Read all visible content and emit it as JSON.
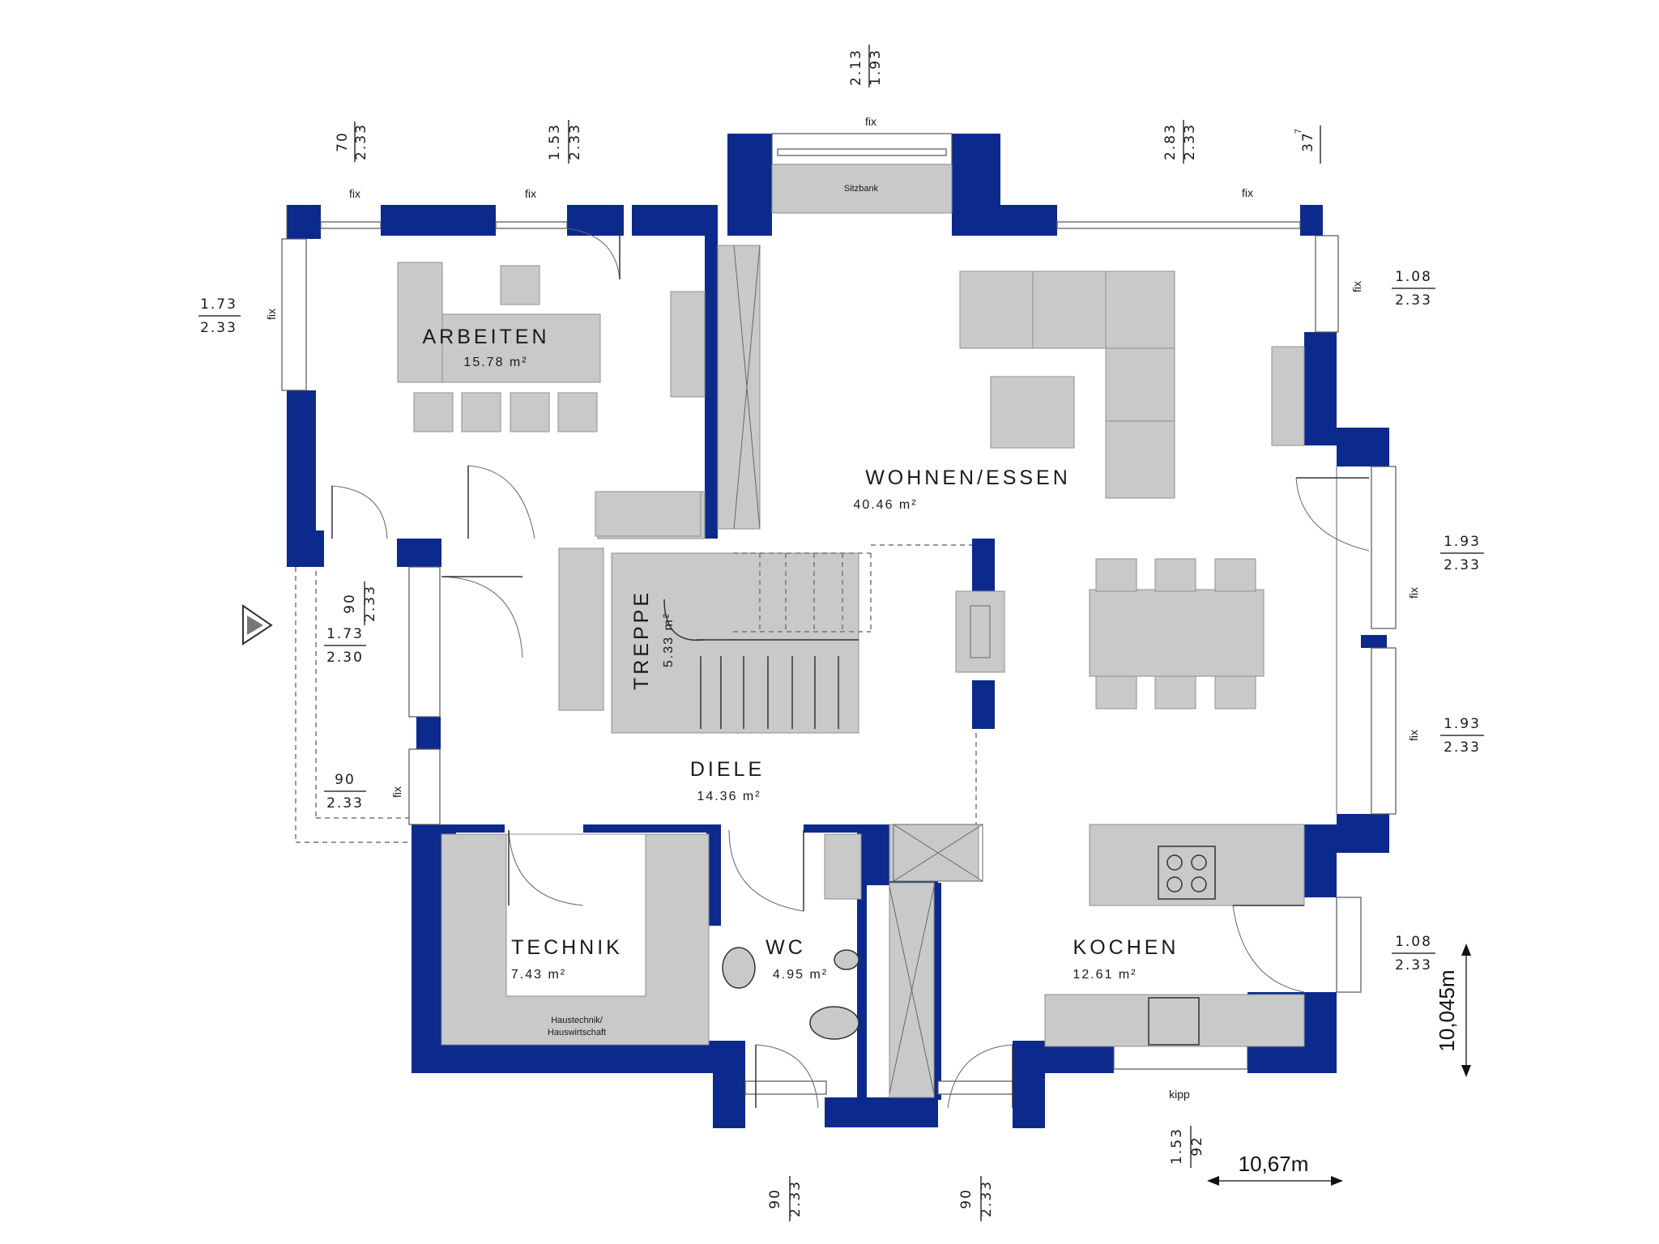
{
  "rooms": {
    "arbeiten": {
      "name": "ARBEITEN",
      "area": "15.78 m²"
    },
    "wohnen": {
      "name": "WOHNEN/ESSEN",
      "area": "40.46 m²"
    },
    "treppe": {
      "name": "TREPPE",
      "area": "5.33 m²"
    },
    "diele": {
      "name": "DIELE",
      "area": "14.36 m²"
    },
    "technik": {
      "name": "TECHNIK",
      "area": "7.43 m²"
    },
    "wc": {
      "name": "WC",
      "area": "4.95 m²"
    },
    "kochen": {
      "name": "KOCHEN",
      "area": "12.61 m²"
    }
  },
  "labels": {
    "fix": "fix",
    "kipp": "kipp",
    "sitzbank": "Sitzbank",
    "haustechnik_1": "Haustechnik/",
    "haustechnik_2": "Hauswirtschaft"
  },
  "dimensions": {
    "top_1": {
      "a": "70",
      "b": "2.33"
    },
    "top_2": {
      "a": "1.53",
      "b": "2.33"
    },
    "top_3": {
      "a": "2.13",
      "b": "1.93"
    },
    "top_4": {
      "a": "2.83",
      "b": "2.33"
    },
    "top_5": {
      "a": "37",
      "sup": "7"
    },
    "left_1": {
      "a": "1.73",
      "b": "2.33"
    },
    "left_2": {
      "a": "90",
      "b": "2.33"
    },
    "left_3": {
      "a": "1.73",
      "b": "2.30"
    },
    "left_4": {
      "a": "90",
      "b": "2.33"
    },
    "right_1": {
      "a": "1.08",
      "b": "2.33"
    },
    "right_2": {
      "a": "1.93",
      "b": "2.33"
    },
    "right_3": {
      "a": "1.93",
      "b": "2.33"
    },
    "right_4": {
      "a": "1.08",
      "b": "2.33"
    },
    "bottom_1": {
      "a": "90",
      "b": "2.33"
    },
    "bottom_2": {
      "a": "90",
      "b": "2.33"
    },
    "bottom_3": {
      "a": "1.53",
      "b": "92"
    }
  },
  "overall": {
    "width": "10,67m",
    "depth": "10,045m"
  },
  "colors": {
    "wall": "#0c2a8c",
    "furniture": "#c9c9c9"
  }
}
